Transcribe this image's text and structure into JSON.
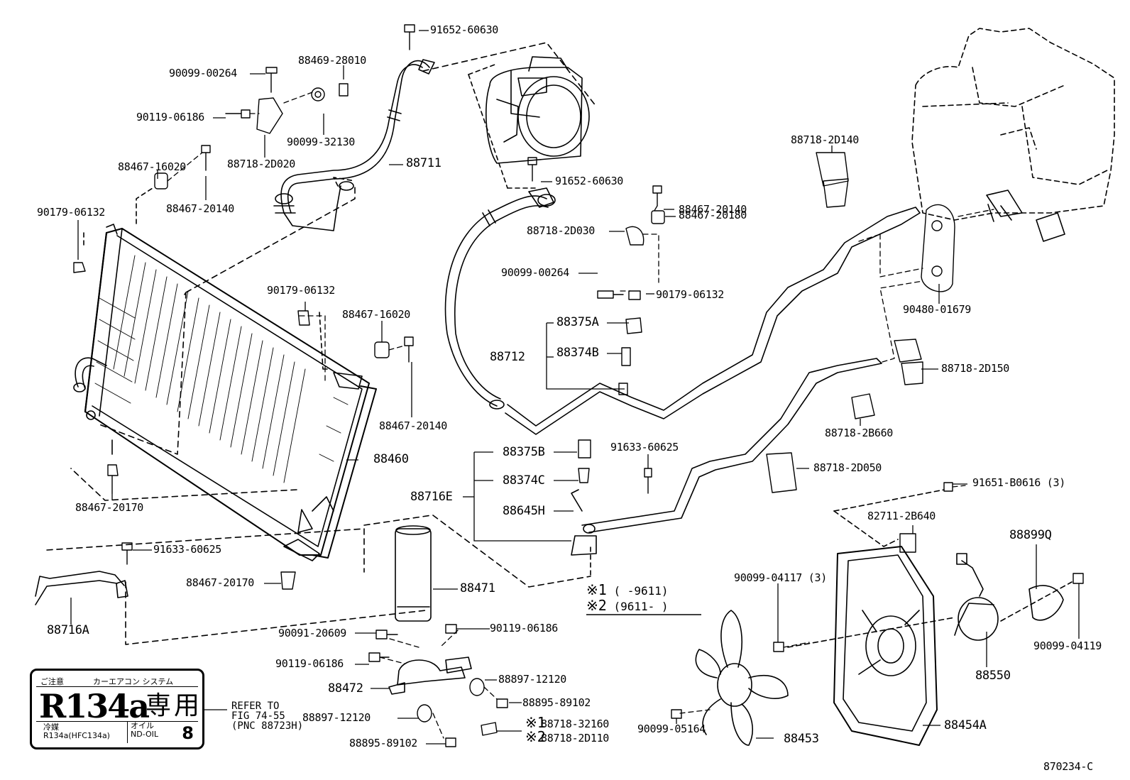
{
  "diagram_code": "870234-C",
  "parts": [
    {
      "id": "p1",
      "label": "91652-60630"
    },
    {
      "id": "p2",
      "label": "88469-28010"
    },
    {
      "id": "p3",
      "label": "90099-00264"
    },
    {
      "id": "p4",
      "label": "90119-06186"
    },
    {
      "id": "p5",
      "label": "90099-32130"
    },
    {
      "id": "p6",
      "label": "88718-2D020"
    },
    {
      "id": "p7",
      "label": "88711"
    },
    {
      "id": "p8",
      "label": "88467-16020"
    },
    {
      "id": "p9",
      "label": "90179-06132"
    },
    {
      "id": "p10",
      "label": "88467-20140"
    },
    {
      "id": "p11",
      "label": "91652-60630"
    },
    {
      "id": "p12",
      "label": "88467-20140"
    },
    {
      "id": "p13",
      "label": "88467-20180"
    },
    {
      "id": "p14",
      "label": "88718-2D030"
    },
    {
      "id": "p15",
      "label": "90099-00264"
    },
    {
      "id": "p16",
      "label": "90179-06132"
    },
    {
      "id": "p17",
      "label": "88718-2D140"
    },
    {
      "id": "p18",
      "label": "90480-01679"
    },
    {
      "id": "p19",
      "label": "90179-06132"
    },
    {
      "id": "p20",
      "label": "88467-16020"
    },
    {
      "id": "p21",
      "label": "88467-20140"
    },
    {
      "id": "p22",
      "label": "88375A"
    },
    {
      "id": "p23",
      "label": "88712"
    },
    {
      "id": "p24",
      "label": "88374B"
    },
    {
      "id": "p25",
      "label": "88718-2D150"
    },
    {
      "id": "p26",
      "label": "88718-2B660"
    },
    {
      "id": "p27",
      "label": "88460"
    },
    {
      "id": "p28",
      "label": "88375B"
    },
    {
      "id": "p29",
      "label": "91633-60625"
    },
    {
      "id": "p30",
      "label": "88374C"
    },
    {
      "id": "p31",
      "label": "88718-2D050"
    },
    {
      "id": "p32",
      "label": "88716E"
    },
    {
      "id": "p33",
      "label": "88645H"
    },
    {
      "id": "p34",
      "label": "91651-B0616 (3)"
    },
    {
      "id": "p35",
      "label": "88467-20170"
    },
    {
      "id": "p36",
      "label": "82711-2B640"
    },
    {
      "id": "p37",
      "label": "91633-60625"
    },
    {
      "id": "p38",
      "label": "88899Q"
    },
    {
      "id": "p39",
      "label": "88467-20170"
    },
    {
      "id": "p40",
      "label": "88471"
    },
    {
      "id": "p41",
      "label": "90099-04117 (3)"
    },
    {
      "id": "p42",
      "label": "88716A"
    },
    {
      "id": "p43",
      "label": "90099-04119"
    },
    {
      "id": "p44",
      "label": "90091-20609"
    },
    {
      "id": "p45",
      "label": "90119-06186"
    },
    {
      "id": "p46",
      "label": "90119-06186"
    },
    {
      "id": "p47",
      "label": "88550"
    },
    {
      "id": "p48",
      "label": "88897-12120"
    },
    {
      "id": "p49",
      "label": "88472"
    },
    {
      "id": "p50",
      "label": "88895-89102"
    },
    {
      "id": "p51",
      "label": "88897-12120"
    },
    {
      "id": "p52",
      "label": "90099-05164"
    },
    {
      "id": "p53",
      "label": "88454A"
    },
    {
      "id": "p54",
      "label": "88895-89102"
    },
    {
      "id": "p55",
      "label": "88453"
    },
    {
      "id": "p56",
      "label": "88718-32160"
    },
    {
      "id": "p57",
      "label": "88718-2D110"
    }
  ],
  "notes": {
    "n1_mark": "※1",
    "n1_text": "(      -9611)",
    "n2_mark": "※2",
    "n2_text": "(9611-      )",
    "c1_mark": "※1",
    "c2_mark": "※2"
  },
  "plate": {
    "caution": "ご注意",
    "system": "カーエアコン システム",
    "refrigerant_big": "R134a",
    "exclusive": "専用",
    "ref_label": "冷媒",
    "ref_value": "R134a(HFC134a)",
    "oil_label": "オイル",
    "oil_value": "ND-OIL",
    "oil_num": "8"
  },
  "refer": {
    "line1": "REFER TO",
    "line2": "FIG 74-55",
    "line3": "(PNC 88723H)"
  }
}
